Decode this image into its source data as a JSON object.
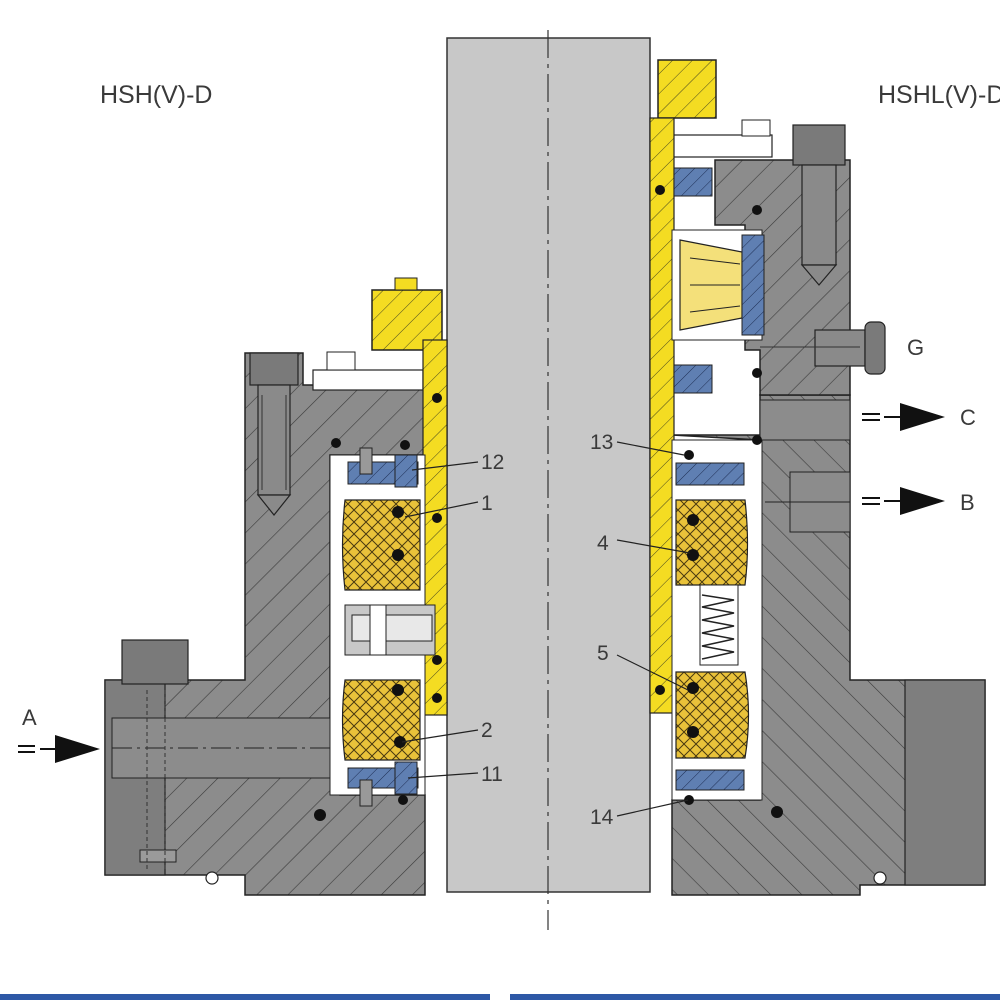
{
  "titles": {
    "left": "HSH(V)-D",
    "right": "HSHL(V)-D"
  },
  "callouts": {
    "n1": "1",
    "n2": "2",
    "n4": "4",
    "n5": "5",
    "n11": "11",
    "n12": "12",
    "n13": "13",
    "n14": "14"
  },
  "ports": {
    "A": "A",
    "B": "B",
    "C": "C",
    "G": "G"
  },
  "colors": {
    "housing": "#8c8c8c",
    "shaft": "#c8c8c8",
    "sleeve": "#f4dc22",
    "seal_face": "#e9c23a",
    "seat": "#5f7fb2",
    "oring": "#111111",
    "bottom_bar": "#2e58a6"
  }
}
